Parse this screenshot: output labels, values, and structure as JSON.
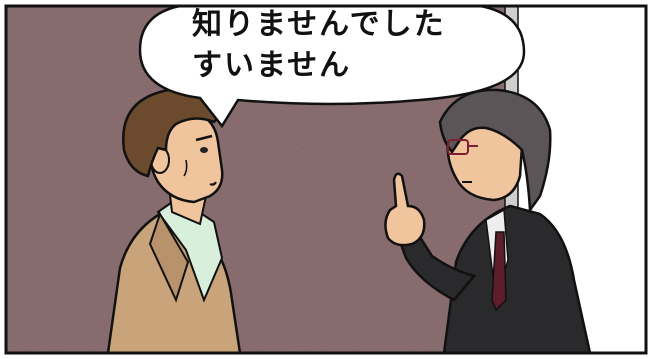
{
  "panel": {
    "speech_bubble": {
      "lines": [
        "知りませんでした",
        "すいません"
      ]
    },
    "characters": [
      "man-in-beige-jacket",
      "person-in-black-suit"
    ]
  },
  "colors": {
    "wall": "#8c6f72",
    "door": "#ffffff",
    "door_frame": "#cfcfcf",
    "outline": "#111111",
    "beige_jacket": "#c9a47a",
    "shirt": "#d8efdc",
    "skin": "#f0c49c",
    "brown_hair": "#6b4a2e",
    "black_suit": "#2a2a2c",
    "grey_hair": "#5c5558",
    "tie": "#5e1d2a"
  }
}
